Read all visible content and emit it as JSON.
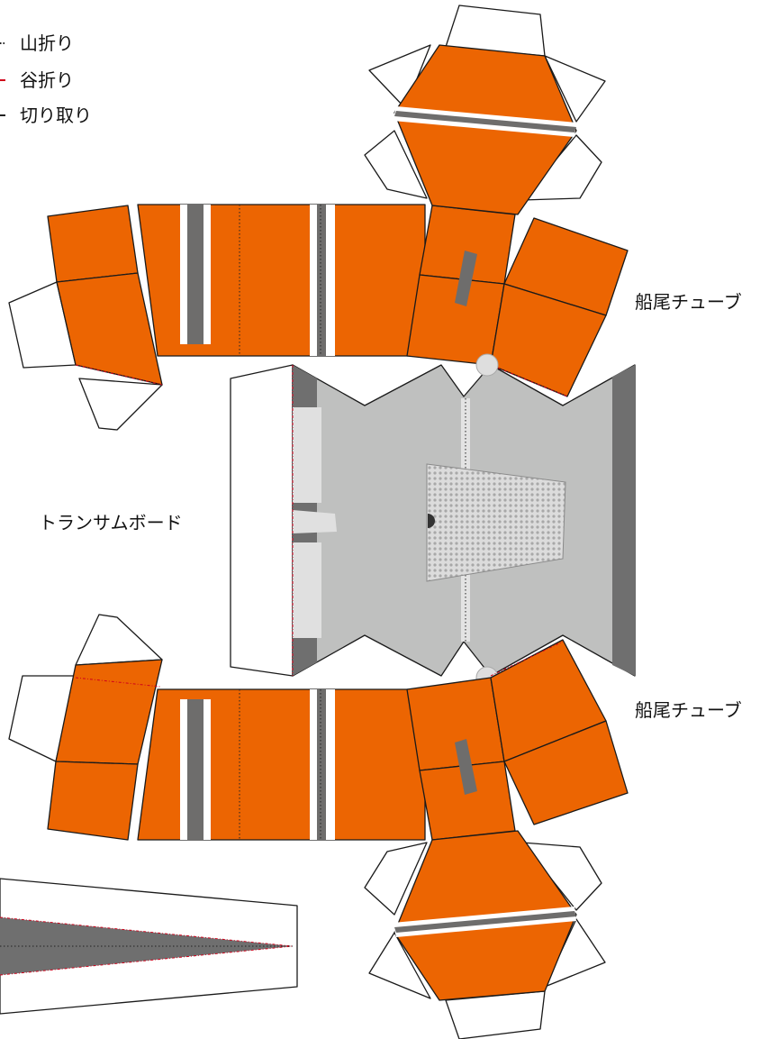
{
  "legend": {
    "mountain_fold": "山折り",
    "valley_fold": "谷折り",
    "cut": "切り取り"
  },
  "labels": {
    "stern_tube_top": "船尾チューブ",
    "stern_tube_bottom": "船尾チューブ",
    "transom_board": "トランサムボード"
  },
  "colors": {
    "tube": "#ec6502",
    "stripe": "#6e6d6c",
    "board": "#bfc0bf",
    "board_dark": "#6f6f6f",
    "board_light": "#e0e0e0",
    "outline": "#1a1a1a",
    "valley_fold_line": "#d0021b"
  }
}
